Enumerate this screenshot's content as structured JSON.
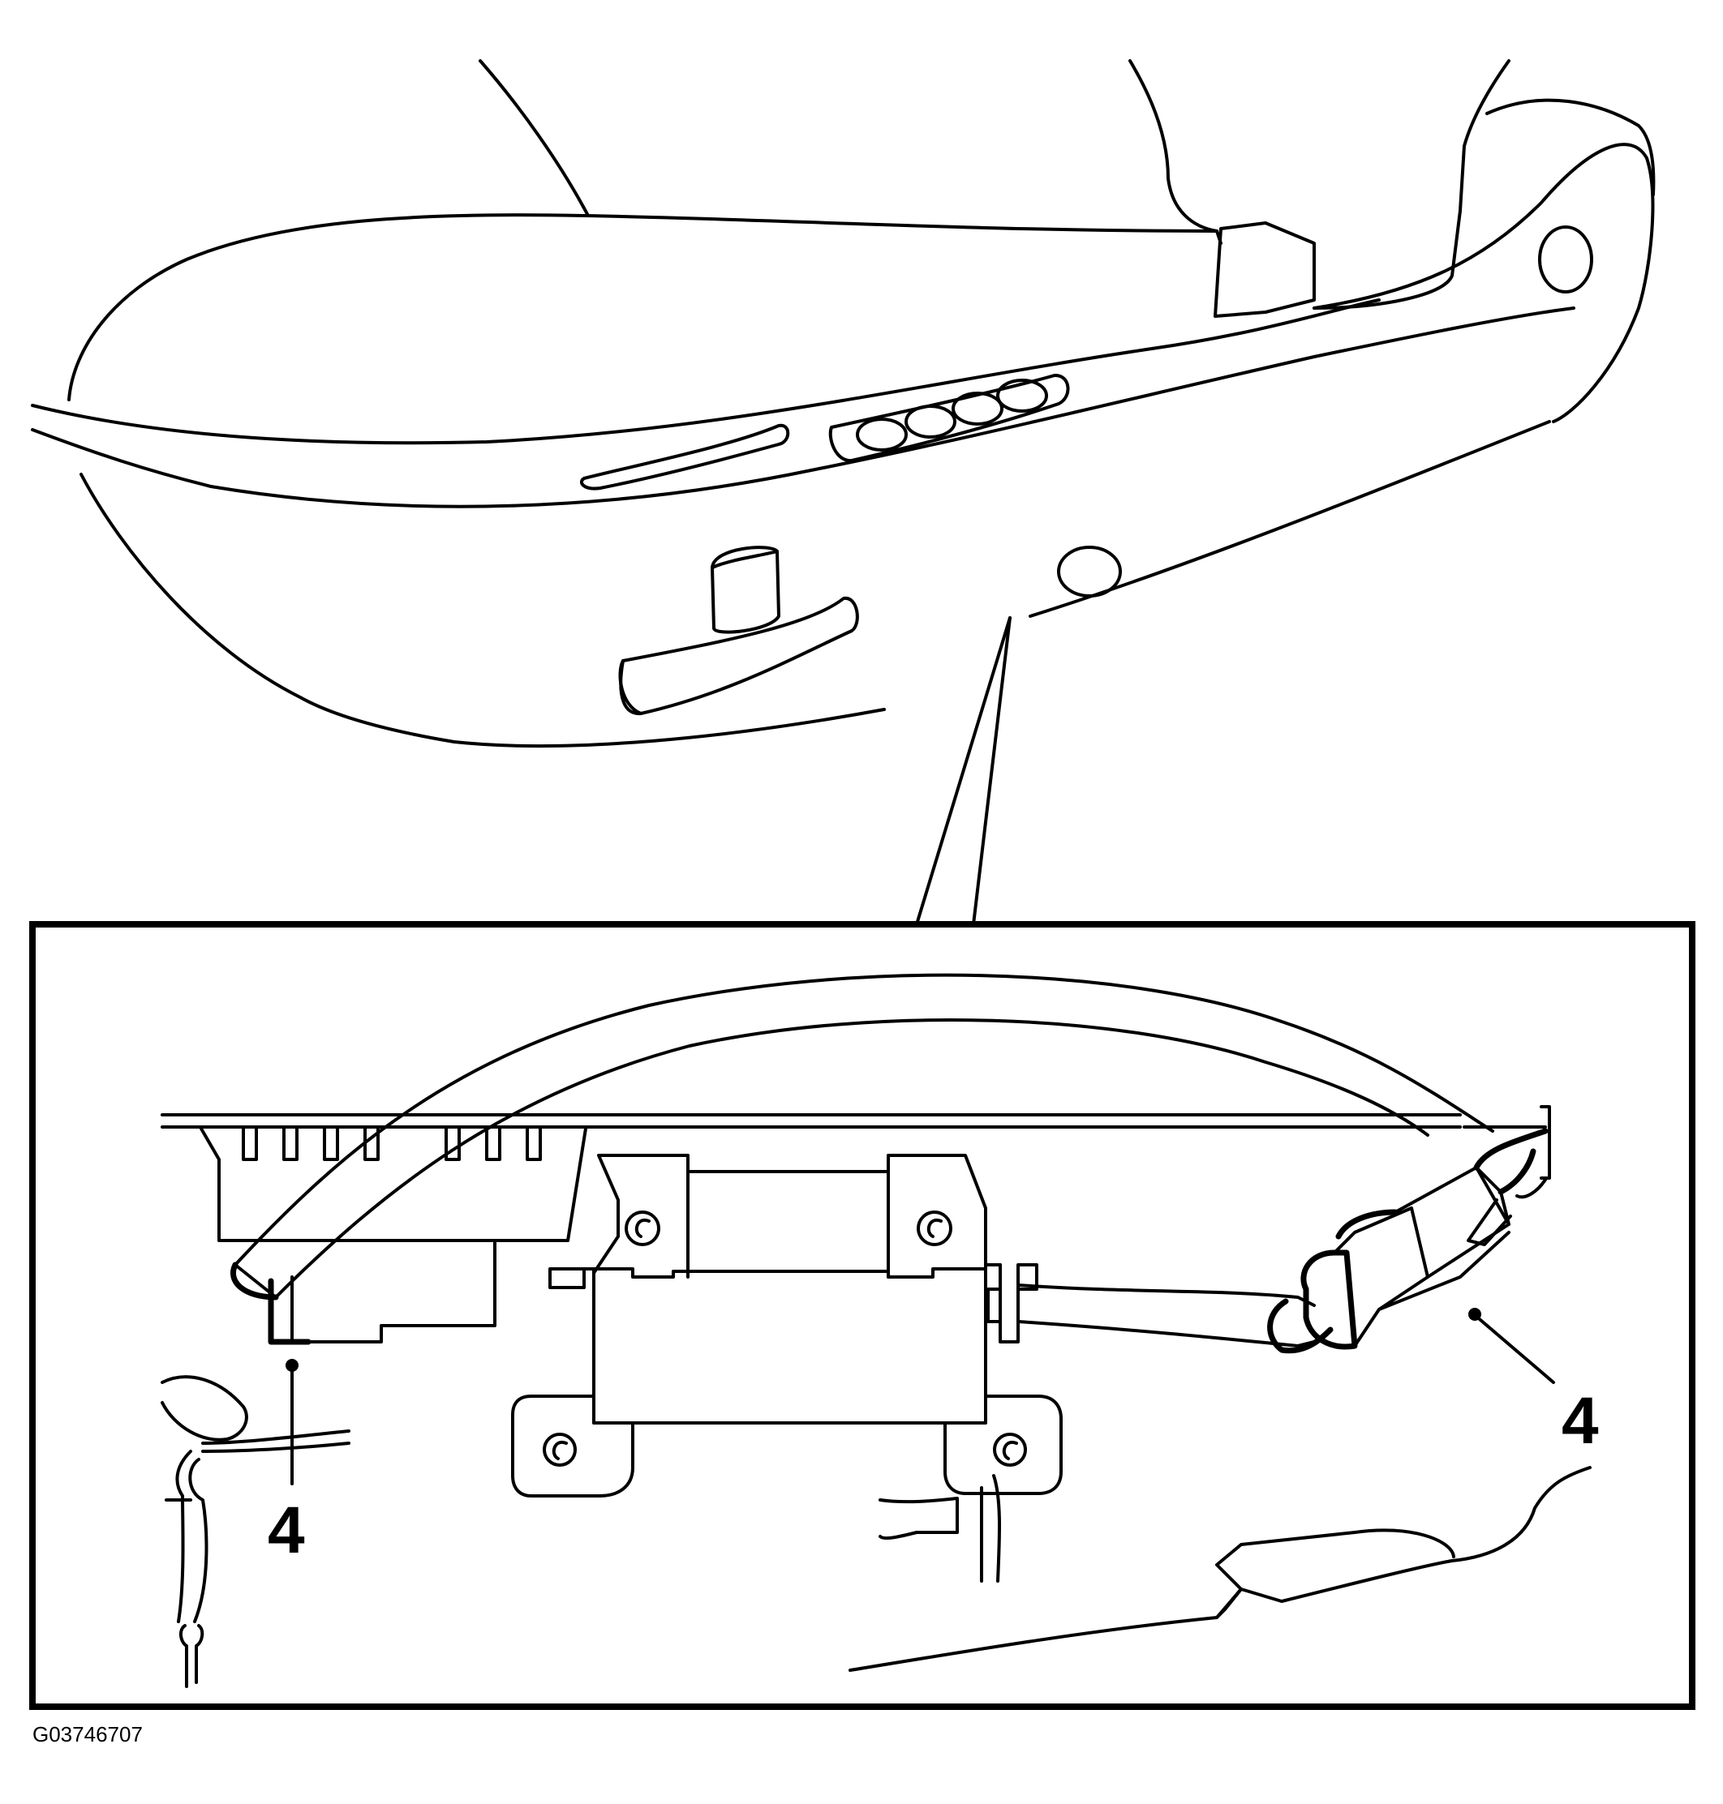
{
  "callouts": [
    {
      "label": "4"
    },
    {
      "label": "4"
    }
  ],
  "figure_id": "G03746707"
}
